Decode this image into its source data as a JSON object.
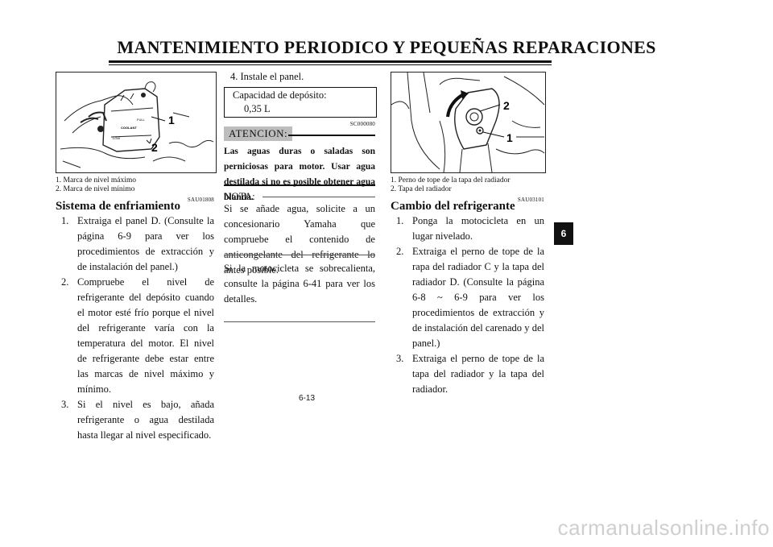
{
  "header": {
    "title": "MANTENIMIENTO PERIODICO Y PEQUEÑAS REPARACIONES"
  },
  "left": {
    "figure": {
      "callouts": [
        "1",
        "2"
      ],
      "tank_labels": [
        "FULL",
        "COOLANT",
        "LOW"
      ]
    },
    "captions": [
      "1.   Marca de nivel máximo",
      "2.   Marca de nivel mínimo"
    ],
    "code": "SAU01808",
    "heading": "Sistema de enfriamiento",
    "steps": [
      {
        "num": "1.",
        "text": "Extraiga el panel D. (Consulte la página 6-9 para ver los procedimientos de extracción y de instalación del panel.)"
      },
      {
        "num": "2.",
        "text": "Compruebe el nivel de refrigerante del depósito cuando el motor esté frío porque el nivel del refrigerante varía con la temperatura del motor. El nivel de refrigerante debe estar entre las marcas de nivel máximo y mínimo."
      },
      {
        "num": "3.",
        "text": "Si el nivel es bajo, añada refrigerante o agua destilada hasta llegar al nivel especificado."
      }
    ]
  },
  "middle": {
    "step4": "4.  Instale el panel.",
    "capacity_label": "Capacidad de depósito:",
    "capacity_value": "0,35 L",
    "code": "SC000080",
    "caution_label": "ATENCION:",
    "caution_text": "Las aguas duras o saladas son perniciosas para motor. Usar agua destilada si no es posible obtener agua blanda.",
    "note_label": "NOTA:",
    "note_text": "Si se añade agua, solicite a un concesionario Yamaha que compruebe el contenido de anticongelante del refrigerante lo antes posible.",
    "after_text": "Si la motocicleta se sobrecalienta, consulte la página 6-41 para ver los detalles."
  },
  "right": {
    "figure": {
      "callouts": [
        "2",
        "1"
      ]
    },
    "captions": [
      "1.   Perno de tope de la tapa del radiador",
      "2.   Tapa del radiador"
    ],
    "code": "SAU03101",
    "heading": "Cambio del refrigerante",
    "steps": [
      {
        "num": "1.",
        "text": "Ponga la motocicleta en un lugar nivelado."
      },
      {
        "num": "2.",
        "text": "Extraiga el perno de tope de la rapa del radiador C y la tapa del radiador D. (Consulte la página 6-8 ~ 6-9 para ver los procedimientos de extracción y de instalación del carenado y del panel.)"
      },
      {
        "num": "3.",
        "text": "Extraiga el perno de tope de la tapa del radiador y la tapa del radiador."
      }
    ]
  },
  "side_tab": "6",
  "page_number": "6-13",
  "watermark": "carmanualsonline.info"
}
